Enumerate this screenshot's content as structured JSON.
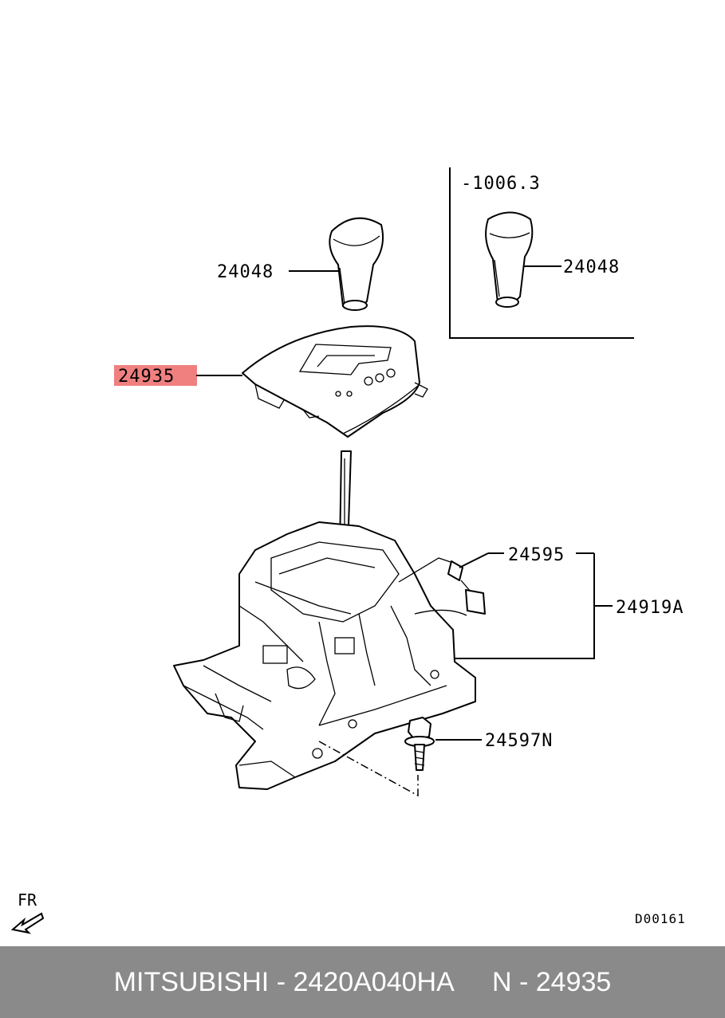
{
  "labels": {
    "knob_main": "24048",
    "knob_variant": "24048",
    "variant_range": "-1006.3",
    "indicator_panel": "24935",
    "harness": "24595",
    "shifter_assembly": "24919A",
    "bolt": "24597N",
    "direction": "FR",
    "diagram_code": "D00161"
  },
  "highlight": {
    "part": "24935",
    "color": "#f08080"
  },
  "footer": {
    "brand": "MITSUBISHI",
    "sep1": " - ",
    "part_number": "2420A040HA",
    "gap": "     ",
    "ref_prefix": "N",
    "sep2": " - ",
    "ref_number": "24935"
  }
}
